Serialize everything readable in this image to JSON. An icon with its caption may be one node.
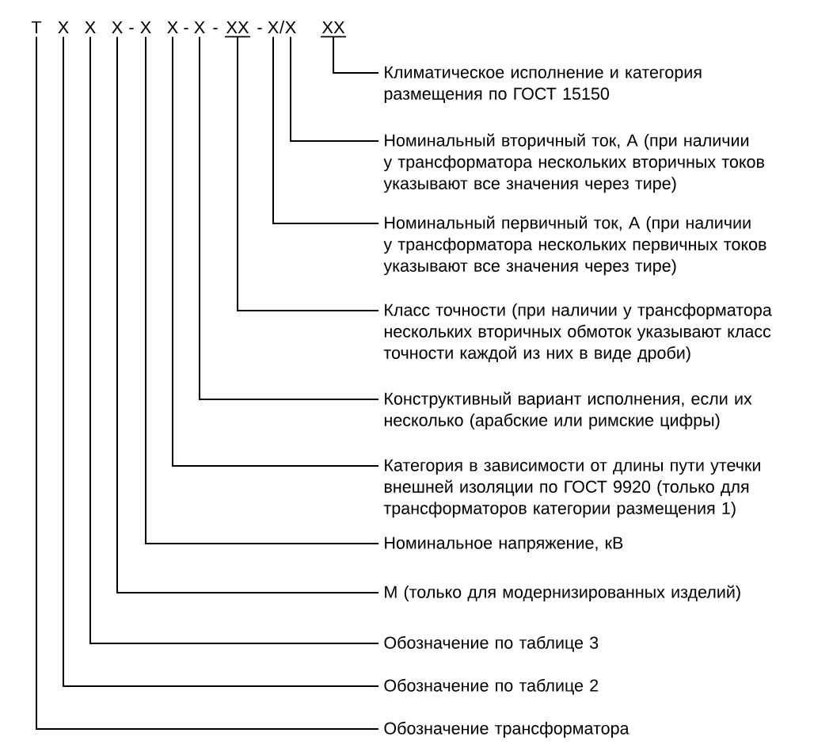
{
  "diagram": {
    "nodes": [
      {
        "text": [
          "Т"
        ]
      },
      {
        "text": [
          "Х"
        ]
      },
      {
        "text": [
          "Х"
        ]
      },
      {
        "text": [
          "Х"
        ]
      },
      {
        "text": [
          "Х"
        ]
      },
      {
        "text": [
          "Х"
        ]
      },
      {
        "text": [
          "Х"
        ]
      },
      {
        "text": [
          "ХХ"
        ]
      },
      {
        "text": [
          "Х"
        ]
      },
      {
        "text": [
          "Х"
        ]
      },
      {
        "text": [
          "ХХ"
        ]
      },
      {
        "text": [
          "Климатическое исполнение и категория размещения по ГОСТ 15150"
        ]
      },
      {
        "text": [
          "Номинальный вторичный ток, А (при наличии у трансформатора нескольких вторичных токов указывают все значения через тире)"
        ]
      },
      {
        "text": [
          "Номинальный первичный ток, А (при наличии у трансформатора нескольких первичных токов указывают все значения через тире)"
        ]
      },
      {
        "text": [
          "Класс точности (при наличии у трансформатора нескольких вторичных обмоток указывают класс точности каждой из них в виде дроби)"
        ]
      },
      {
        "text": [
          "Конструктивный вариант исполнения, если их несколько (арабские или римские цифры)"
        ]
      },
      {
        "text": [
          "Категория в зависимости от длины пути утечки внешней изоляции по ГОСТ 9920 (только для трансформаторов категории размещения 1)"
        ]
      },
      {
        "text": [
          "Номинальное напряжение, кВ"
        ]
      },
      {
        "text": [
          "М (только для модернизированных изделий)"
        ]
      },
      {
        "text": [
          "Обозначение по таблице 3"
        ]
      },
      {
        "text": [
          "Обозначение по таблице 2"
        ]
      },
      {
        "text": [
          "Обозначение трансформатора"
        ]
      }
    ],
    "edges": [
      {
        "from": 0,
        "to": 21,
        "arrow": "none"
      },
      {
        "from": 1,
        "to": 20,
        "arrow": "none"
      },
      {
        "from": 2,
        "to": 19,
        "arrow": "none"
      },
      {
        "from": 3,
        "to": 18,
        "arrow": "none"
      },
      {
        "from": 4,
        "to": 17,
        "arrow": "none"
      },
      {
        "from": 5,
        "to": 16,
        "arrow": "none"
      },
      {
        "from": 6,
        "to": 15,
        "arrow": "none"
      },
      {
        "from": 7,
        "to": 14,
        "arrow": "none"
      },
      {
        "from": 8,
        "to": 13,
        "arrow": "none"
      },
      {
        "from": 9,
        "to": 12,
        "arrow": "none"
      },
      {
        "from": 10,
        "to": 11,
        "arrow": "none"
      }
    ],
    "labels": [
      "-",
      "-",
      "-",
      "-",
      "/"
    ]
  }
}
